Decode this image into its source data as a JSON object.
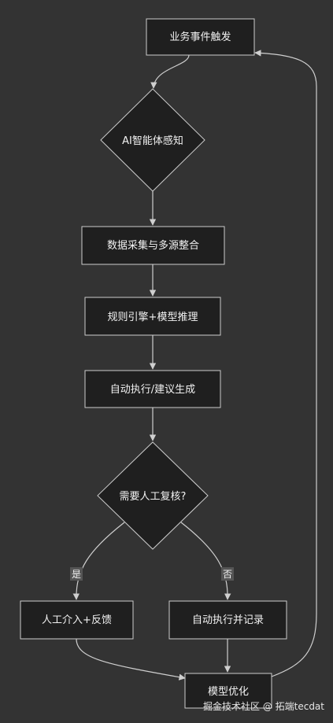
{
  "nodes": {
    "trigger": "业务事件触发",
    "sense": "AI智能体感知",
    "collect": "数据采集与多源整合",
    "infer": "规则引擎+模型推理",
    "execute": "自动执行/建议生成",
    "review": "需要人工复核?",
    "manual": "人工介入+反馈",
    "auto_record": "自动执行并记录",
    "optimize": "模型优化"
  },
  "edge_labels": {
    "yes": "是",
    "no": "否"
  },
  "watermark": "掘金技术社区 @ 拓端tecdat",
  "colors": {
    "background": "#333333",
    "node_fill": "#1f1f1f",
    "stroke": "#cccccc"
  }
}
